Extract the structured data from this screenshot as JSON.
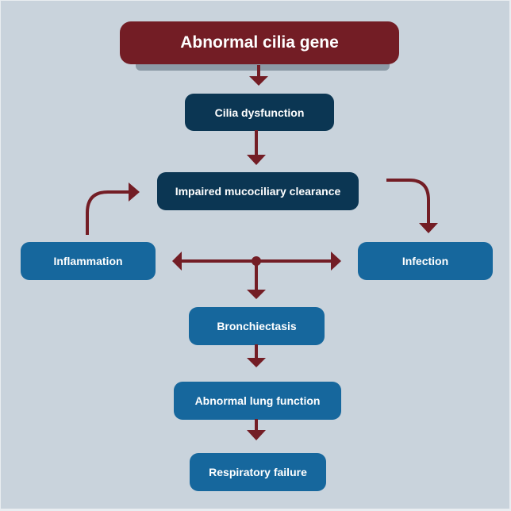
{
  "diagram": {
    "title_node": "Abnormal cilia gene",
    "nodes": {
      "cilia_dysfunction": "Cilia dysfunction",
      "impaired_clearance": "Impaired mucociliary clearance",
      "inflammation": "Inflammation",
      "infection": "Infection",
      "bronchiectasis": "Bronchiectasis",
      "abnormal_lung_function": "Abnormal lung function",
      "respiratory_failure": "Respiratory failure"
    },
    "edges": [
      {
        "from": "Abnormal cilia gene",
        "to": "Cilia dysfunction"
      },
      {
        "from": "Cilia dysfunction",
        "to": "Impaired mucociliary clearance"
      },
      {
        "from": "Impaired mucociliary clearance",
        "to": "Infection"
      },
      {
        "from": "Inflammation",
        "to": "Impaired mucociliary clearance"
      },
      {
        "from": "junction",
        "to": "Inflammation"
      },
      {
        "from": "junction",
        "to": "Infection"
      },
      {
        "from": "junction",
        "to": "Bronchiectasis"
      },
      {
        "from": "Bronchiectasis",
        "to": "Abnormal lung function"
      },
      {
        "from": "Abnormal lung function",
        "to": "Respiratory failure"
      }
    ],
    "colors": {
      "background": "#c9d3dc",
      "root_node": "#731d25",
      "dark_node": "#0b3653",
      "light_node": "#16679d",
      "arrow": "#731d25",
      "text": "#ffffff"
    }
  }
}
